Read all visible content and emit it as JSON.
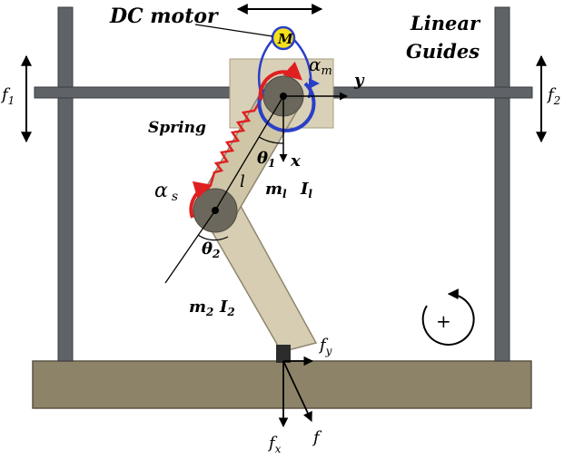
{
  "labels": {
    "dc_motor": "DC motor",
    "motor_symbol": "M",
    "linear_guides_line1": "Linear",
    "linear_guides_line2": "Guides",
    "spring": "Spring",
    "f1_base": "f",
    "f1_sub": "1",
    "f2_base": "f",
    "f2_sub": "2",
    "alpha_m_base": "α",
    "alpha_m_sub": "m",
    "alpha_s_base": "α",
    "alpha_s_sub": "s",
    "y_axis": "y",
    "x_axis": "x",
    "theta1_base": "θ",
    "theta1_sub": "1",
    "theta2_base": "θ",
    "theta2_sub": "2",
    "length_l": "l",
    "m1_base": "m",
    "m1_sub": "l",
    "I1_base": "I",
    "I1_sub": "l",
    "m2_base": "m",
    "m2_sub": "2",
    "I2_base": "I",
    "I2_sub": "2",
    "fy_base": "f",
    "fy_sub": "y",
    "fx_base": "f",
    "fx_sub": "x",
    "f_total": "f",
    "positive_sign": "+"
  },
  "colors": {
    "frame": "#5f6368",
    "frame_stroke": "#3a3d40",
    "block": "#d9d0b8",
    "thigh": "#cfc6a8",
    "shank": "#d6cdb3",
    "joint": "#6b675c",
    "ground": "#8d8369",
    "spring": "#e02020",
    "motor_ring": "#2a3fc7",
    "motor_fill": "#f4e01c",
    "force": "#000000"
  }
}
